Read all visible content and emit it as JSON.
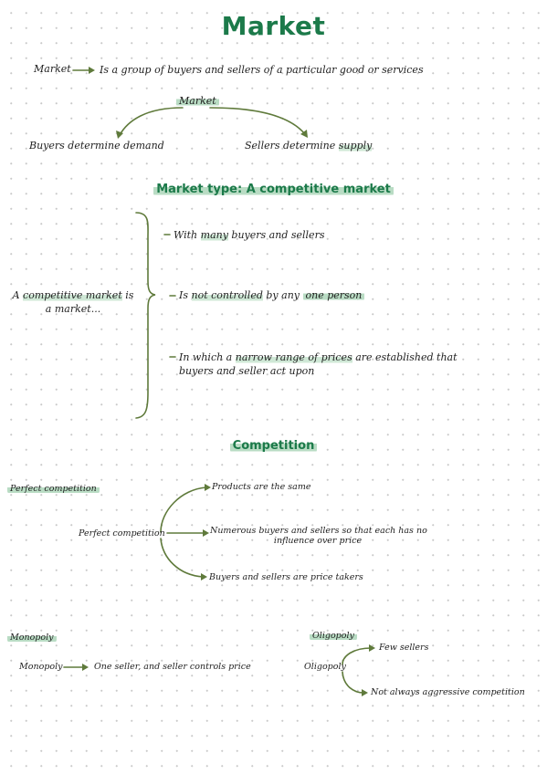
{
  "title": "Market",
  "definition": {
    "term": "Market",
    "text": "Is a group of buyers and sellers of a particular good or services"
  },
  "market_split": {
    "center": "Market",
    "left_prefix": "Buyers determine ",
    "left_key": "demand",
    "right_prefix": "Sellers determine ",
    "right_key": "supply"
  },
  "competitive_market": {
    "heading": "Market type: A competitive market",
    "subject_line1_prefix": "A ",
    "subject_line1_key": "competitive market",
    "subject_line1_suffix": " is",
    "subject_line2": "a market...",
    "point1_prefix": "With ",
    "point1_key": "many",
    "point1_suffix": " buyers and sellers",
    "point2_prefix": "Is ",
    "point2_key1": "not controlled",
    "point2_mid": " by any ",
    "point2_key2": "one person",
    "point3_prefix": "In which a ",
    "point3_key": "narrow range of prices",
    "point3_suffix": " are established that",
    "point3_line2": "buyers and seller act upon"
  },
  "competition": {
    "heading": "Competition",
    "perfect_label": "Perfect competition",
    "perfect_center": "Perfect competition",
    "perfect_points": [
      "Products are the same",
      "Numerous buyers and sellers so that each has no",
      "influence over price",
      "Buyers and sellers are price takers"
    ],
    "monopoly_label": "Monopoly",
    "monopoly_center": "Monopoly",
    "monopoly_point": "One seller, and seller controls price",
    "oligopoly_label": "Oligopoly",
    "oligopoly_center": "Oligopoly",
    "oligopoly_points": [
      "Few sellers",
      "Not always aggressive competition"
    ]
  }
}
